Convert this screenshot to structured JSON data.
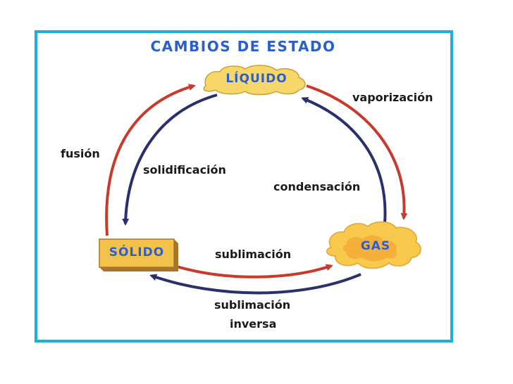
{
  "title": "CAMBIOS DE ESTADO",
  "states": {
    "liquid": "LÍQUIDO",
    "solid": "SÓLIDO",
    "gas": "GAS"
  },
  "processes": {
    "vaporization": "vaporización",
    "condensation": "condensación",
    "fusion": "fusión",
    "solidification": "solidificación",
    "sublimation": "sublimación",
    "inverse_sublimation_line1": "sublimación",
    "inverse_sublimation_line2": "inversa"
  },
  "colors": {
    "frame": "#1fb0d9",
    "title": "#2b5fd0",
    "arrow_red": "#c83a2c",
    "arrow_blue": "#2a2f6e",
    "cloud_fill": "#f7d66a",
    "solid_fill": "#f3c24a"
  }
}
